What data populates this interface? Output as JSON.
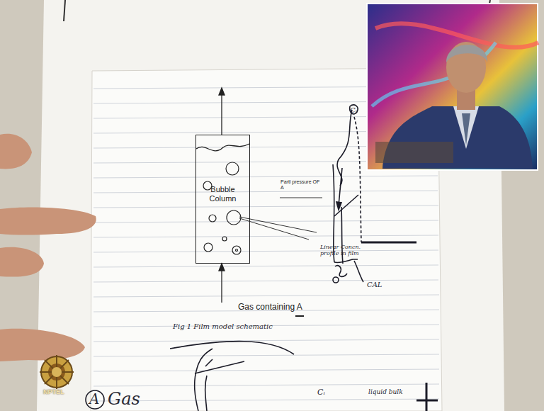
{
  "diagram": {
    "title": "Fig 1 Film model schematic",
    "nodes": [
      {
        "text": [
          "Bubble Column"
        ]
      }
    ],
    "labels": [
      "Partl pressure OF A",
      "Linear Concn. profile in film",
      "Cᵢ",
      "CAL",
      "Gas containing A",
      "A",
      "Gas",
      "Cᵢ",
      "liquid bulk",
      "NPTEL"
    ]
  }
}
